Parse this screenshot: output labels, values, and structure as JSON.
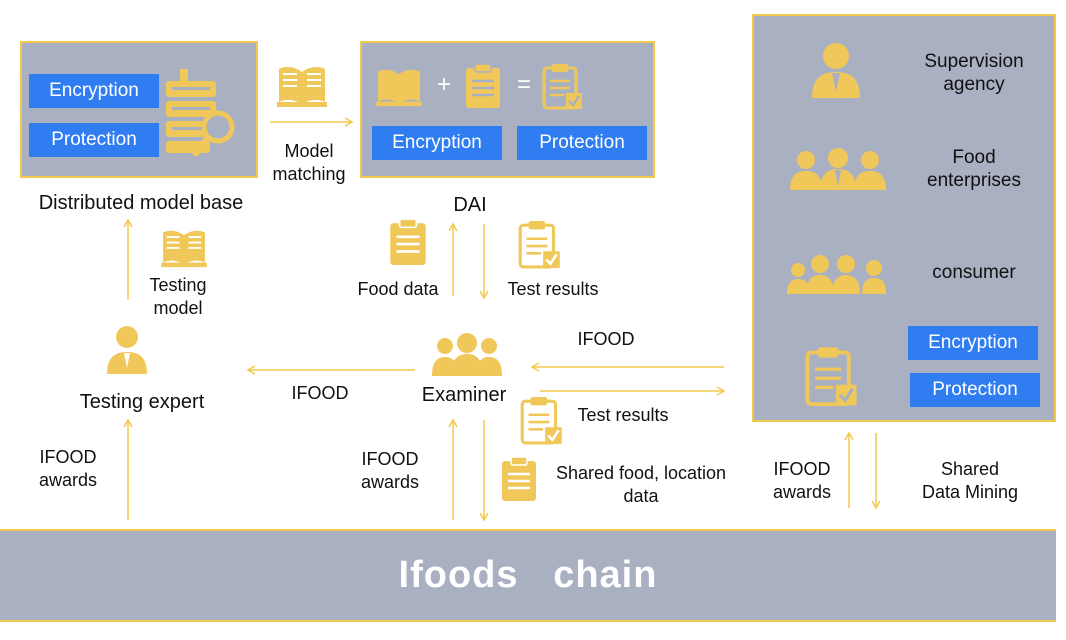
{
  "model_base": {
    "encryption": "Encryption",
    "protection": "Protection",
    "caption": "Distributed model base"
  },
  "dai": {
    "encryption": "Encryption",
    "protection": "Protection",
    "plus": "+",
    "equals": "=",
    "caption": "DAI"
  },
  "stakeholders": {
    "supervision": "Supervision\nagency",
    "food_enterprises": "Food\nenterprises",
    "consumer": "consumer",
    "encryption": "Encryption",
    "protection": "Protection"
  },
  "labels": {
    "model_matching": "Model\nmatching",
    "testing_model": "Testing\nmodel",
    "food_data": "Food data",
    "test_results_top": "Test results",
    "testing_expert": "Testing expert",
    "examiner": "Examiner",
    "ifood_left": "IFOOD",
    "ifood_right": "IFOOD",
    "test_results_right": "Test results",
    "shared_food": "Shared  food, location\ndata",
    "ifood_awards_left": "IFOOD\nawards",
    "ifood_awards_mid": "IFOOD\nawards",
    "ifood_awards_right": "IFOOD\nawards",
    "shared_data_mining": "Shared\nData Mining"
  },
  "chain": {
    "title": "Ifoods   chain"
  },
  "colors": {
    "panel": "#a8b0c2",
    "border": "#f2c94c",
    "button": "#2f7df0",
    "icon": "#f0c85a",
    "arrow": "#f2c94c"
  }
}
